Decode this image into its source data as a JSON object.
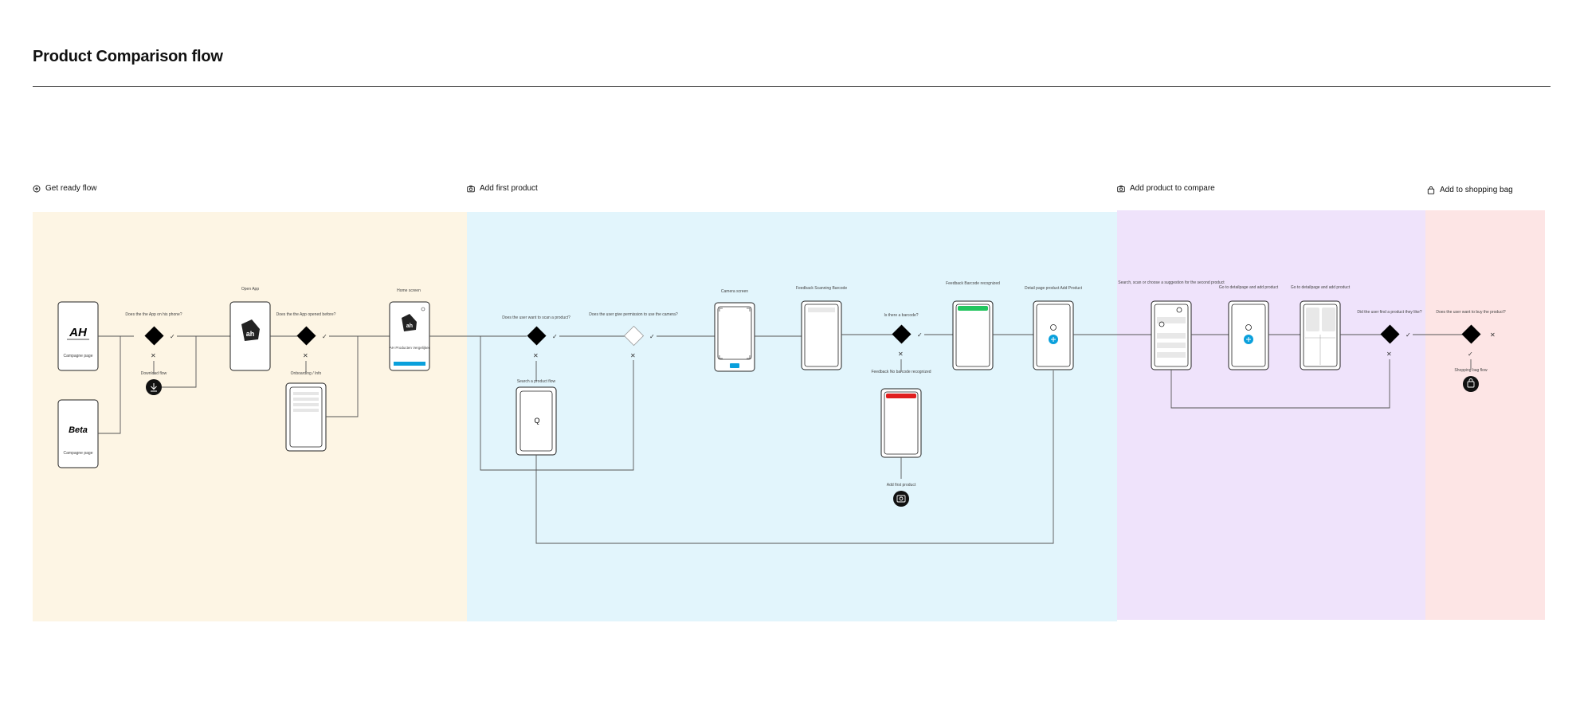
{
  "title": "Product Comparison flow",
  "colors": {
    "get_ready": "#fdf5e4",
    "add_first": "#e2f5fc",
    "compare": "#efe3fb",
    "bag": "#fde5e5",
    "accent_blue": "#0aa0dc",
    "green": "#22c55e",
    "red": "#e01e1e"
  },
  "sections": {
    "get_ready": {
      "label": "Get ready flow",
      "icon": "plus-circle-icon"
    },
    "add_first": {
      "label": "Add first product",
      "icon": "camera-icon"
    },
    "compare": {
      "label": "Add product to compare",
      "icon": "camera-icon"
    },
    "bag": {
      "label": "Add to shopping bag",
      "icon": "shopping-bag-icon"
    }
  },
  "nodes": {
    "ah_logo": "AH",
    "campaign_page": "Campagne page",
    "beta_logo": "Beta",
    "beta_campaign_page": "Campagne page",
    "q_has_app": "Does the the App on his phone?",
    "download_flow": "Download flow",
    "open_app": "Open App",
    "q_opened_before": "Does the the App opened before?",
    "onboarding": "Onboarding / Info",
    "home_screen": "Home screen",
    "home_text": "AH Producten Vergelijker",
    "q_scan": "Does the user want to scan a product?",
    "search_flow": "Search a product flow",
    "q_permission": "Does the user give permission to use the camera?",
    "camera_screen": "Camera screen",
    "feedback_scanning": "Feedback Scanning Barcode",
    "q_barcode": "Is there a barcode?",
    "feedback_not_recognized": "Feedback No barcode recognized",
    "add_first_product": "Add first product",
    "feedback_recognized": "Feedback Barcode recognized",
    "detail_add": "Detail page product Add Product",
    "search_second": "Search, scan or choose a suggestion for the second product",
    "go_detail_1": "Go to detailpage and add product",
    "go_detail_2": "Go to detailpage and add product",
    "q_find": "Did the user find a product they like?",
    "q_buy": "Does the user want to buy the product?",
    "shopping_bag_flow": "Shopping bag flow"
  }
}
